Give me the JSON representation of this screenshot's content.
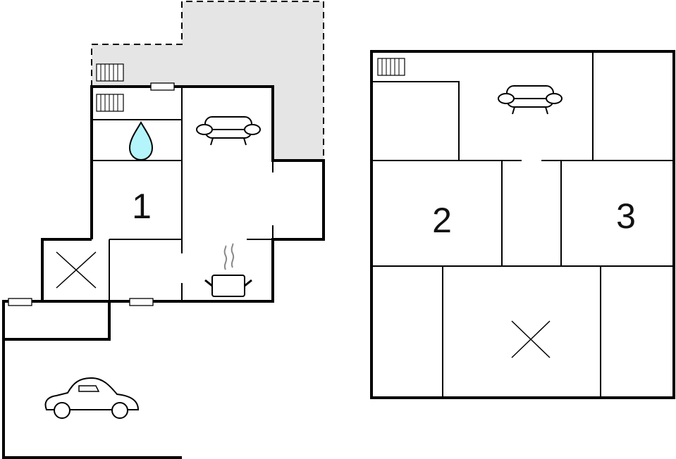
{
  "title": "Floor plan",
  "ground_floor": {
    "rooms": [
      {
        "label": "1"
      }
    ],
    "icons": [
      "radiator-icon",
      "water-drop-icon",
      "sofa-icon",
      "cooking-pot-icon",
      "staircase-icon",
      "car-icon",
      "window-icon"
    ],
    "terrace": "terrace-area"
  },
  "upper_floor": {
    "rooms": [
      {
        "label": "2"
      },
      {
        "label": "3"
      }
    ],
    "icons": [
      "radiator-icon",
      "sofa-icon",
      "staircase-icon"
    ]
  },
  "colors": {
    "wall": "#000000",
    "terrace": "#e5e5e5",
    "water": "#b3f5fa"
  }
}
